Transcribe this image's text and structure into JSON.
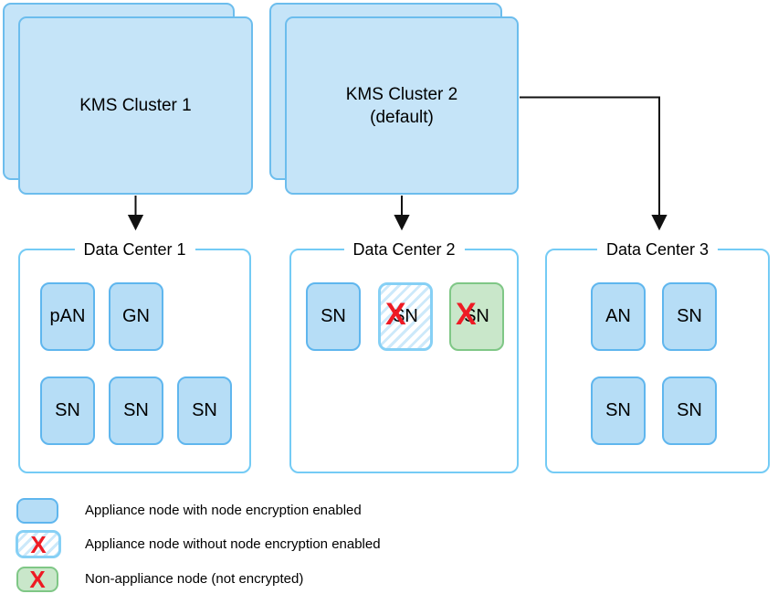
{
  "clusters": {
    "c1": {
      "title": "KMS Cluster 1"
    },
    "c2": {
      "title": "KMS Cluster 2",
      "subtitle": "(default)"
    }
  },
  "datacenters": [
    {
      "title": "Data Center 1",
      "nodes": [
        {
          "label": "pAN",
          "type": "appliance-encrypted"
        },
        {
          "label": "GN",
          "type": "appliance-encrypted"
        },
        {
          "label": "SN",
          "type": "appliance-encrypted"
        },
        {
          "label": "SN",
          "type": "appliance-encrypted"
        },
        {
          "label": "SN",
          "type": "appliance-encrypted"
        }
      ]
    },
    {
      "title": "Data Center 2",
      "nodes": [
        {
          "label": "SN",
          "type": "appliance-encrypted"
        },
        {
          "label": "SN",
          "type": "appliance-unencrypted",
          "crossed": true
        },
        {
          "label": "SN",
          "type": "non-appliance",
          "crossed": true
        }
      ]
    },
    {
      "title": "Data Center 3",
      "nodes": [
        {
          "label": "AN",
          "type": "appliance-encrypted"
        },
        {
          "label": "SN",
          "type": "appliance-encrypted"
        },
        {
          "label": "SN",
          "type": "appliance-encrypted"
        },
        {
          "label": "SN",
          "type": "appliance-encrypted"
        }
      ]
    }
  ],
  "x_mark": "X",
  "legend": [
    {
      "label": "Appliance node with node encryption enabled",
      "swatch": "appliance-encrypted"
    },
    {
      "label": "Appliance node without node encryption enabled",
      "swatch": "appliance-unencrypted"
    },
    {
      "label": "Non-appliance node (not encrypted)",
      "swatch": "non-appliance"
    }
  ],
  "colors": {
    "node_fill": "#b6ddf6",
    "node_border": "#5fb6ee",
    "cluster_fill": "#c5e4f8",
    "cluster_border": "#6cbded",
    "datacenter_border": "#74cbf5",
    "hatch_stripe": "#cde9fa",
    "non_appliance_fill": "#c9e7ca",
    "non_appliance_border": "#7fc786",
    "cross_red": "#ee1b24",
    "connector": "#111111"
  }
}
